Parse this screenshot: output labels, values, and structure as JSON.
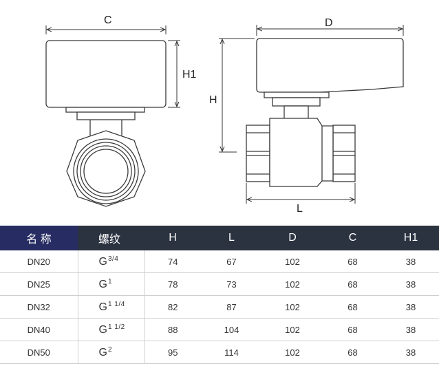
{
  "drawing": {
    "labels": {
      "c": "C",
      "h1": "H1",
      "d": "D",
      "h": "H",
      "l": "L"
    }
  },
  "table": {
    "headers": [
      "名 称",
      "螺纹",
      "H",
      "L",
      "D",
      "C",
      "H1"
    ],
    "rows": [
      {
        "name": "DN20",
        "thread": "G",
        "thread_sup": "3/4",
        "h": "74",
        "l": "67",
        "d": "102",
        "c": "68",
        "h1": "38"
      },
      {
        "name": "DN25",
        "thread": "G",
        "thread_sup": "1",
        "h": "78",
        "l": "73",
        "d": "102",
        "c": "68",
        "h1": "38"
      },
      {
        "name": "DN32",
        "thread": "G",
        "thread_sup": "1 1/4",
        "h": "82",
        "l": "87",
        "d": "102",
        "c": "68",
        "h1": "38"
      },
      {
        "name": "DN40",
        "thread": "G",
        "thread_sup": "1 1/2",
        "h": "88",
        "l": "104",
        "d": "102",
        "c": "68",
        "h1": "38"
      },
      {
        "name": "DN50",
        "thread": "G",
        "thread_sup": "2",
        "h": "95",
        "l": "114",
        "d": "102",
        "c": "68",
        "h1": "38"
      }
    ]
  },
  "colors": {
    "header_first": "#272d63",
    "header_rest": "#2b3240",
    "line": "#3a3a3a"
  }
}
